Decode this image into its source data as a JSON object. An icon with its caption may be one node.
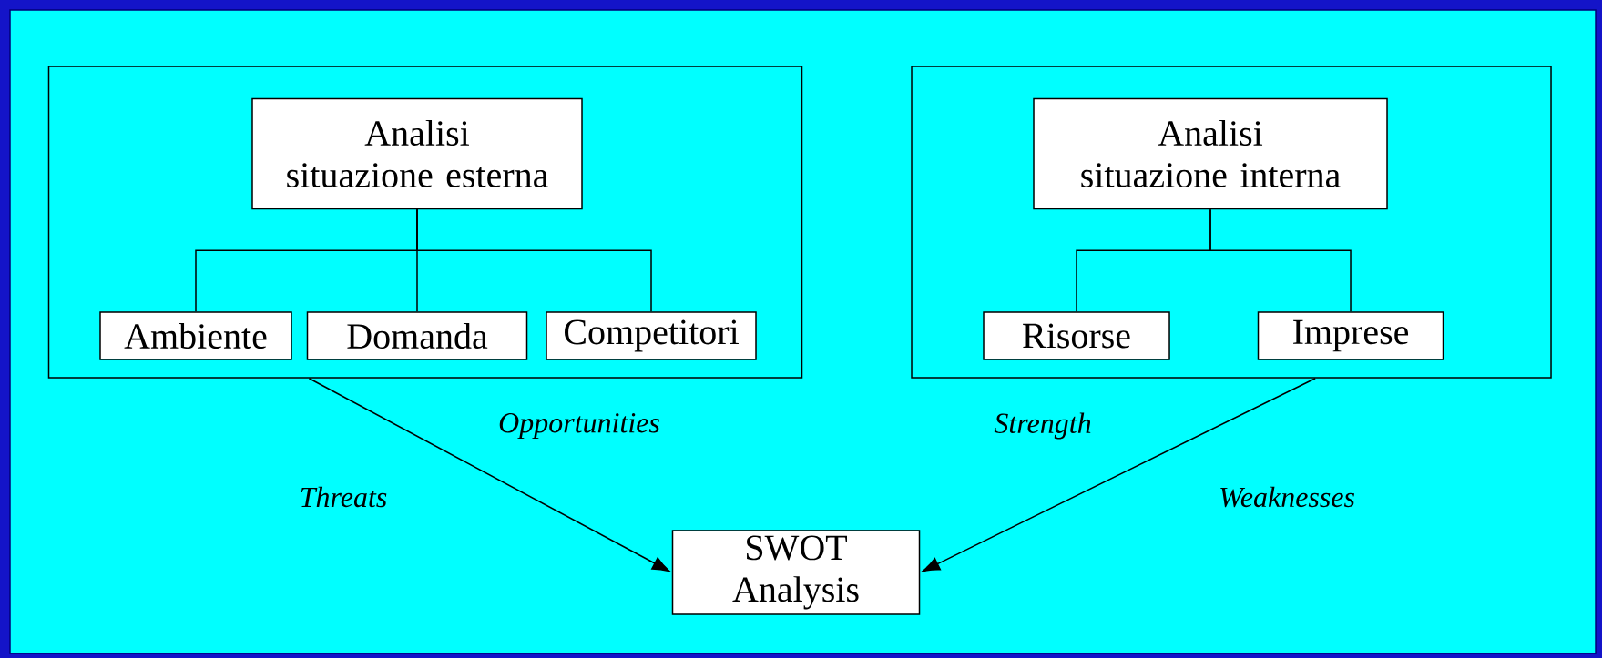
{
  "diagram": {
    "nodes": [
      {
        "text": [],
        "shape": "box"
      },
      {
        "text": [
          "Analisi situazione esterna"
        ],
        "in": 0
      },
      {
        "text": [
          "Ambiente"
        ],
        "in": 0
      },
      {
        "text": [
          "Domanda"
        ],
        "in": 0
      },
      {
        "text": [
          "Competitori"
        ],
        "in": 0
      },
      {
        "text": [],
        "shape": "box"
      },
      {
        "text": [
          "Analisi situazione interna"
        ],
        "in": 5
      },
      {
        "text": [
          "Risorse"
        ],
        "in": 5
      },
      {
        "text": [
          "Imprese"
        ],
        "in": 5
      },
      {
        "text": [
          "SWOT Analysis"
        ]
      }
    ],
    "edges": [
      {
        "from": 1,
        "to": 2,
        "arrow": "none"
      },
      {
        "from": 1,
        "to": 3,
        "arrow": "none"
      },
      {
        "from": 1,
        "to": 4,
        "arrow": "none"
      },
      {
        "from": 6,
        "to": 7,
        "arrow": "none"
      },
      {
        "from": 6,
        "to": 8,
        "arrow": "none"
      },
      {
        "from": 0,
        "to": 9,
        "arrow": "to"
      },
      {
        "from": 5,
        "to": 9,
        "arrow": "to"
      }
    ],
    "labels": [
      "Opportunities",
      "Strength",
      "Threats",
      "Weaknesses"
    ]
  }
}
